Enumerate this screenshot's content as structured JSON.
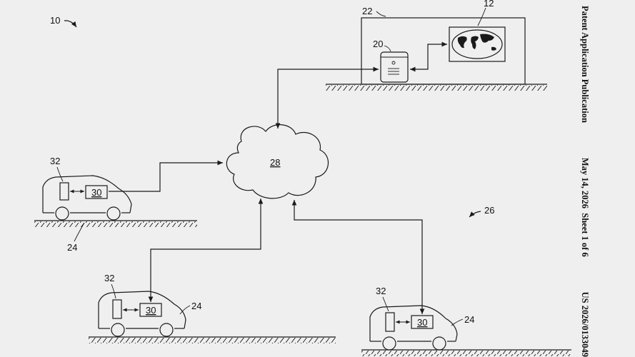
{
  "figure": {
    "system_ref": "10",
    "network_ref": "28",
    "region_ref": "26",
    "facility_ref": "22",
    "server_ref": "20",
    "map_ref": "12",
    "vehicles": [
      {
        "vehicle_ref": "24",
        "sensor_ref": "32",
        "module_ref": "30"
      },
      {
        "vehicle_ref": "24",
        "sensor_ref": "32",
        "module_ref": "30"
      },
      {
        "vehicle_ref": "24",
        "sensor_ref": "32",
        "module_ref": "30"
      }
    ]
  },
  "header": {
    "publication": "Patent Application Publication",
    "date_sheet": "May 14, 2026  Sheet 1 of 6",
    "number": "US 2026/0133049"
  }
}
